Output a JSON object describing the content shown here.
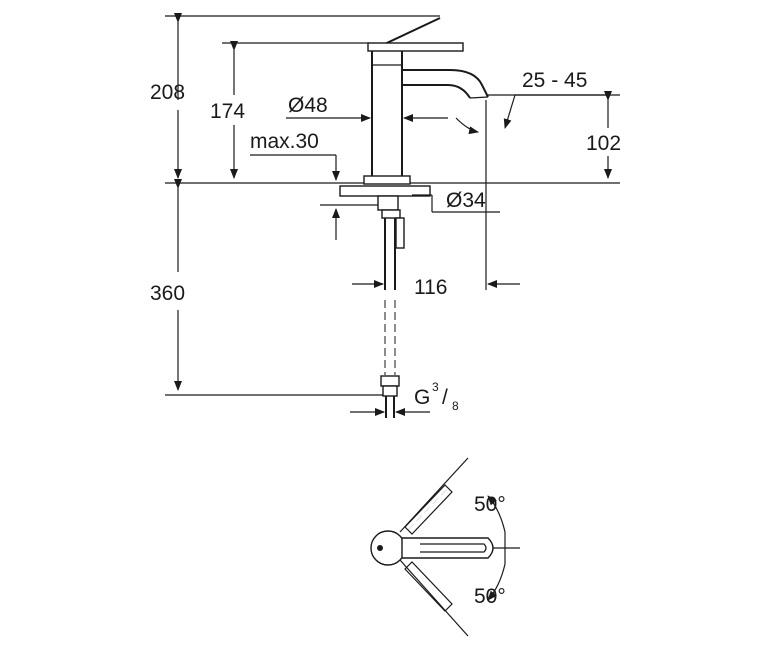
{
  "side_view": {
    "height_total": "208",
    "height_outlet": "174",
    "body_diameter": "Ø48",
    "max_deck": "max.30",
    "angle": "25 - 45",
    "spout_height": "102",
    "hole_diameter": "Ø34",
    "hose_length": "360",
    "projection": "116",
    "connection_base": "G",
    "connection_num": "3",
    "connection_den": "8"
  },
  "top_view": {
    "angle_upper": "50°",
    "angle_lower": "50°"
  }
}
